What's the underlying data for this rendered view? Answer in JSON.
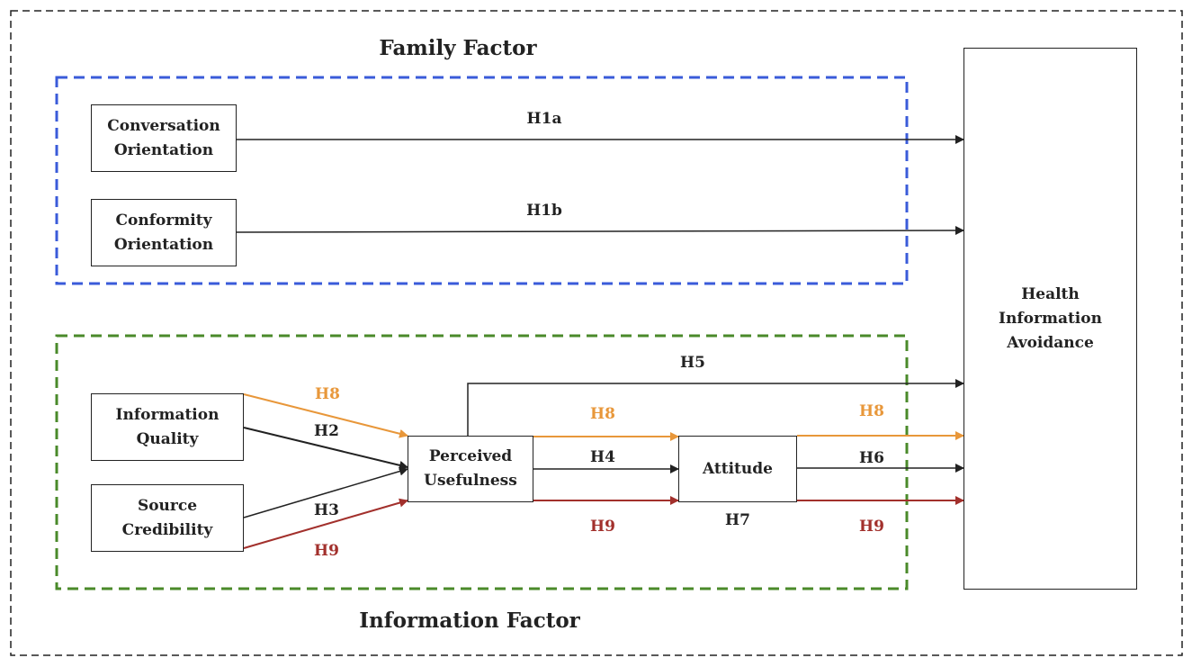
{
  "groups": {
    "family": "Family Factor",
    "information": "Information Factor"
  },
  "nodes": {
    "conversation": [
      "Conversation",
      "Orientation"
    ],
    "conformity": [
      "Conformity",
      "Orientation"
    ],
    "quality": [
      "Information",
      "Quality"
    ],
    "credibility": [
      "Source",
      "Credibility"
    ],
    "usefulness": [
      "Perceived",
      "Usefulness"
    ],
    "attitude": "Attitude",
    "avoidance": [
      "Health",
      "Information",
      "Avoidance"
    ]
  },
  "paths": {
    "h1a": "H1a",
    "h1b": "H1b",
    "h2": "H2",
    "h3": "H3",
    "h4": "H4",
    "h5": "H5",
    "h6": "H6",
    "h7": "H7",
    "h8": "H8",
    "h9": "H9"
  },
  "colors": {
    "family_border": "#3a5bd9",
    "information_border": "#4a8a2a",
    "h8": "#e8973a",
    "h9": "#a2302c",
    "default": "#222222"
  }
}
